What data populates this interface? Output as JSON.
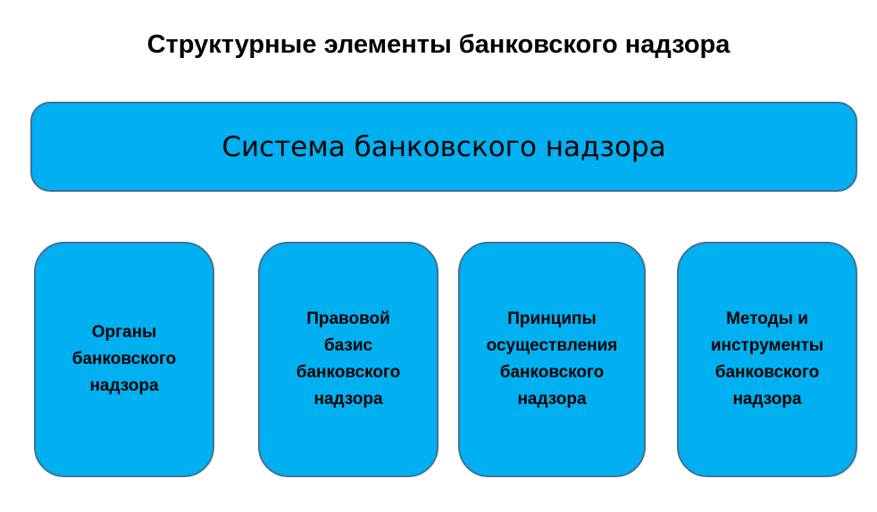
{
  "title": "Структурные элементы банковского надзора",
  "colors": {
    "box_fill": "#00B0F0",
    "box_border": "#41719C"
  },
  "system_box": "Система банковского надзора",
  "elements": [
    "Органы\nбанковского\nнадзора",
    "Правовой\nбазис\nбанковского\nнадзора",
    "Принципы\nосуществления\nбанковского\nнадзора",
    "Методы и\nинструменты\nбанковского\nнадзора"
  ]
}
